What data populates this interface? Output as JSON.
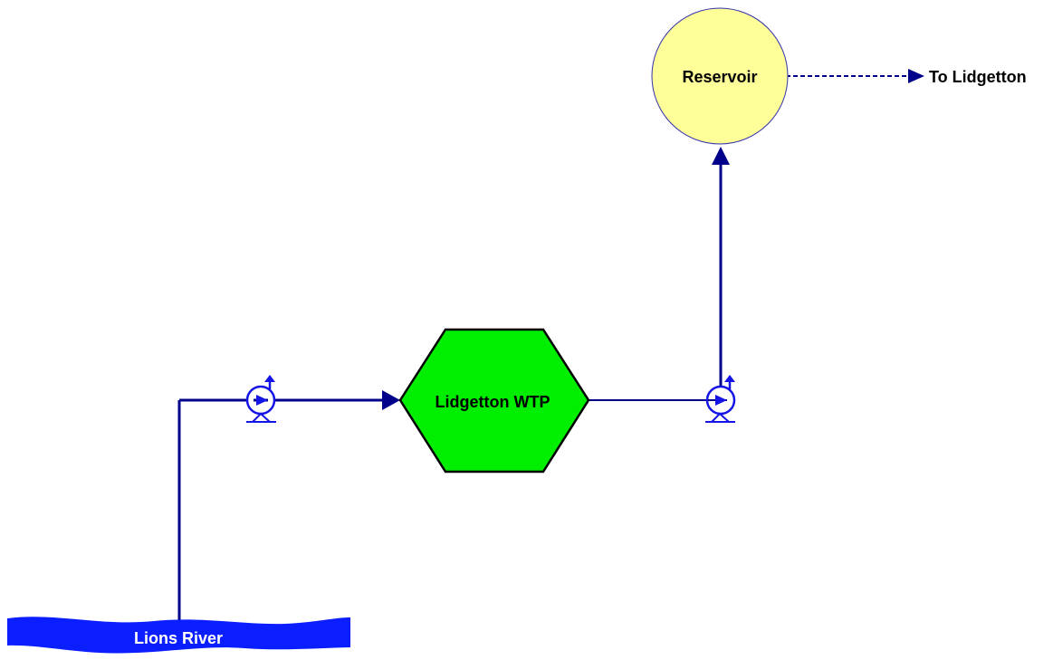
{
  "diagram": {
    "nodes": {
      "river": {
        "label": "Lions River",
        "shape": "river",
        "color": "#0a1eff"
      },
      "wtp": {
        "label": "Lidgetton WTP",
        "shape": "hexagon",
        "color": "#00ee00"
      },
      "reservoir": {
        "label": "Reservoir",
        "shape": "circle",
        "color": "#ffff99"
      },
      "destination": {
        "label": "To Lidgetton",
        "shape": "text"
      }
    },
    "pumps": [
      {
        "name": "raw-water-pump",
        "icon": "pump-icon"
      },
      {
        "name": "treated-water-pump",
        "icon": "pump-icon"
      }
    ],
    "edges": [
      {
        "from": "river",
        "to": "wtp",
        "via": "raw-water-pump",
        "style": "solid"
      },
      {
        "from": "wtp",
        "to": "reservoir",
        "via": "treated-water-pump",
        "style": "solid"
      },
      {
        "from": "reservoir",
        "to": "destination",
        "style": "dashed"
      }
    ],
    "colors": {
      "pipe": "#00008b",
      "pump": "#1414e6",
      "outline": "#000000",
      "reservoir_outline": "#3333aa",
      "river_text": "#ffffff"
    }
  }
}
